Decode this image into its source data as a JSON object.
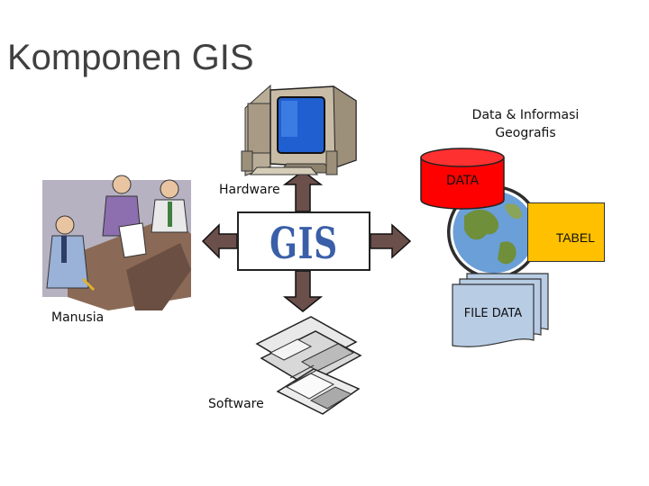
{
  "title": "Komponen GIS",
  "center": {
    "label": "GIS"
  },
  "components": {
    "hardware": "Hardware",
    "software": "Software",
    "manusia": "Manusia",
    "data_heading": "Data & Informasi\nGeografis",
    "data_cylinder": "DATA",
    "tabel": "TABEL",
    "file_data": "FILE DATA"
  },
  "colors": {
    "arrow": "#6b4f4a",
    "cylinder": "#ff0000",
    "tabel": "#ffc000",
    "file": "#b8cce4",
    "gis_text": "#3a5fa8"
  },
  "icons": {
    "hardware": "computer-icon",
    "software": "floppy-disks-icon",
    "manusia": "meeting-people-icon",
    "data": "globe-icon"
  }
}
